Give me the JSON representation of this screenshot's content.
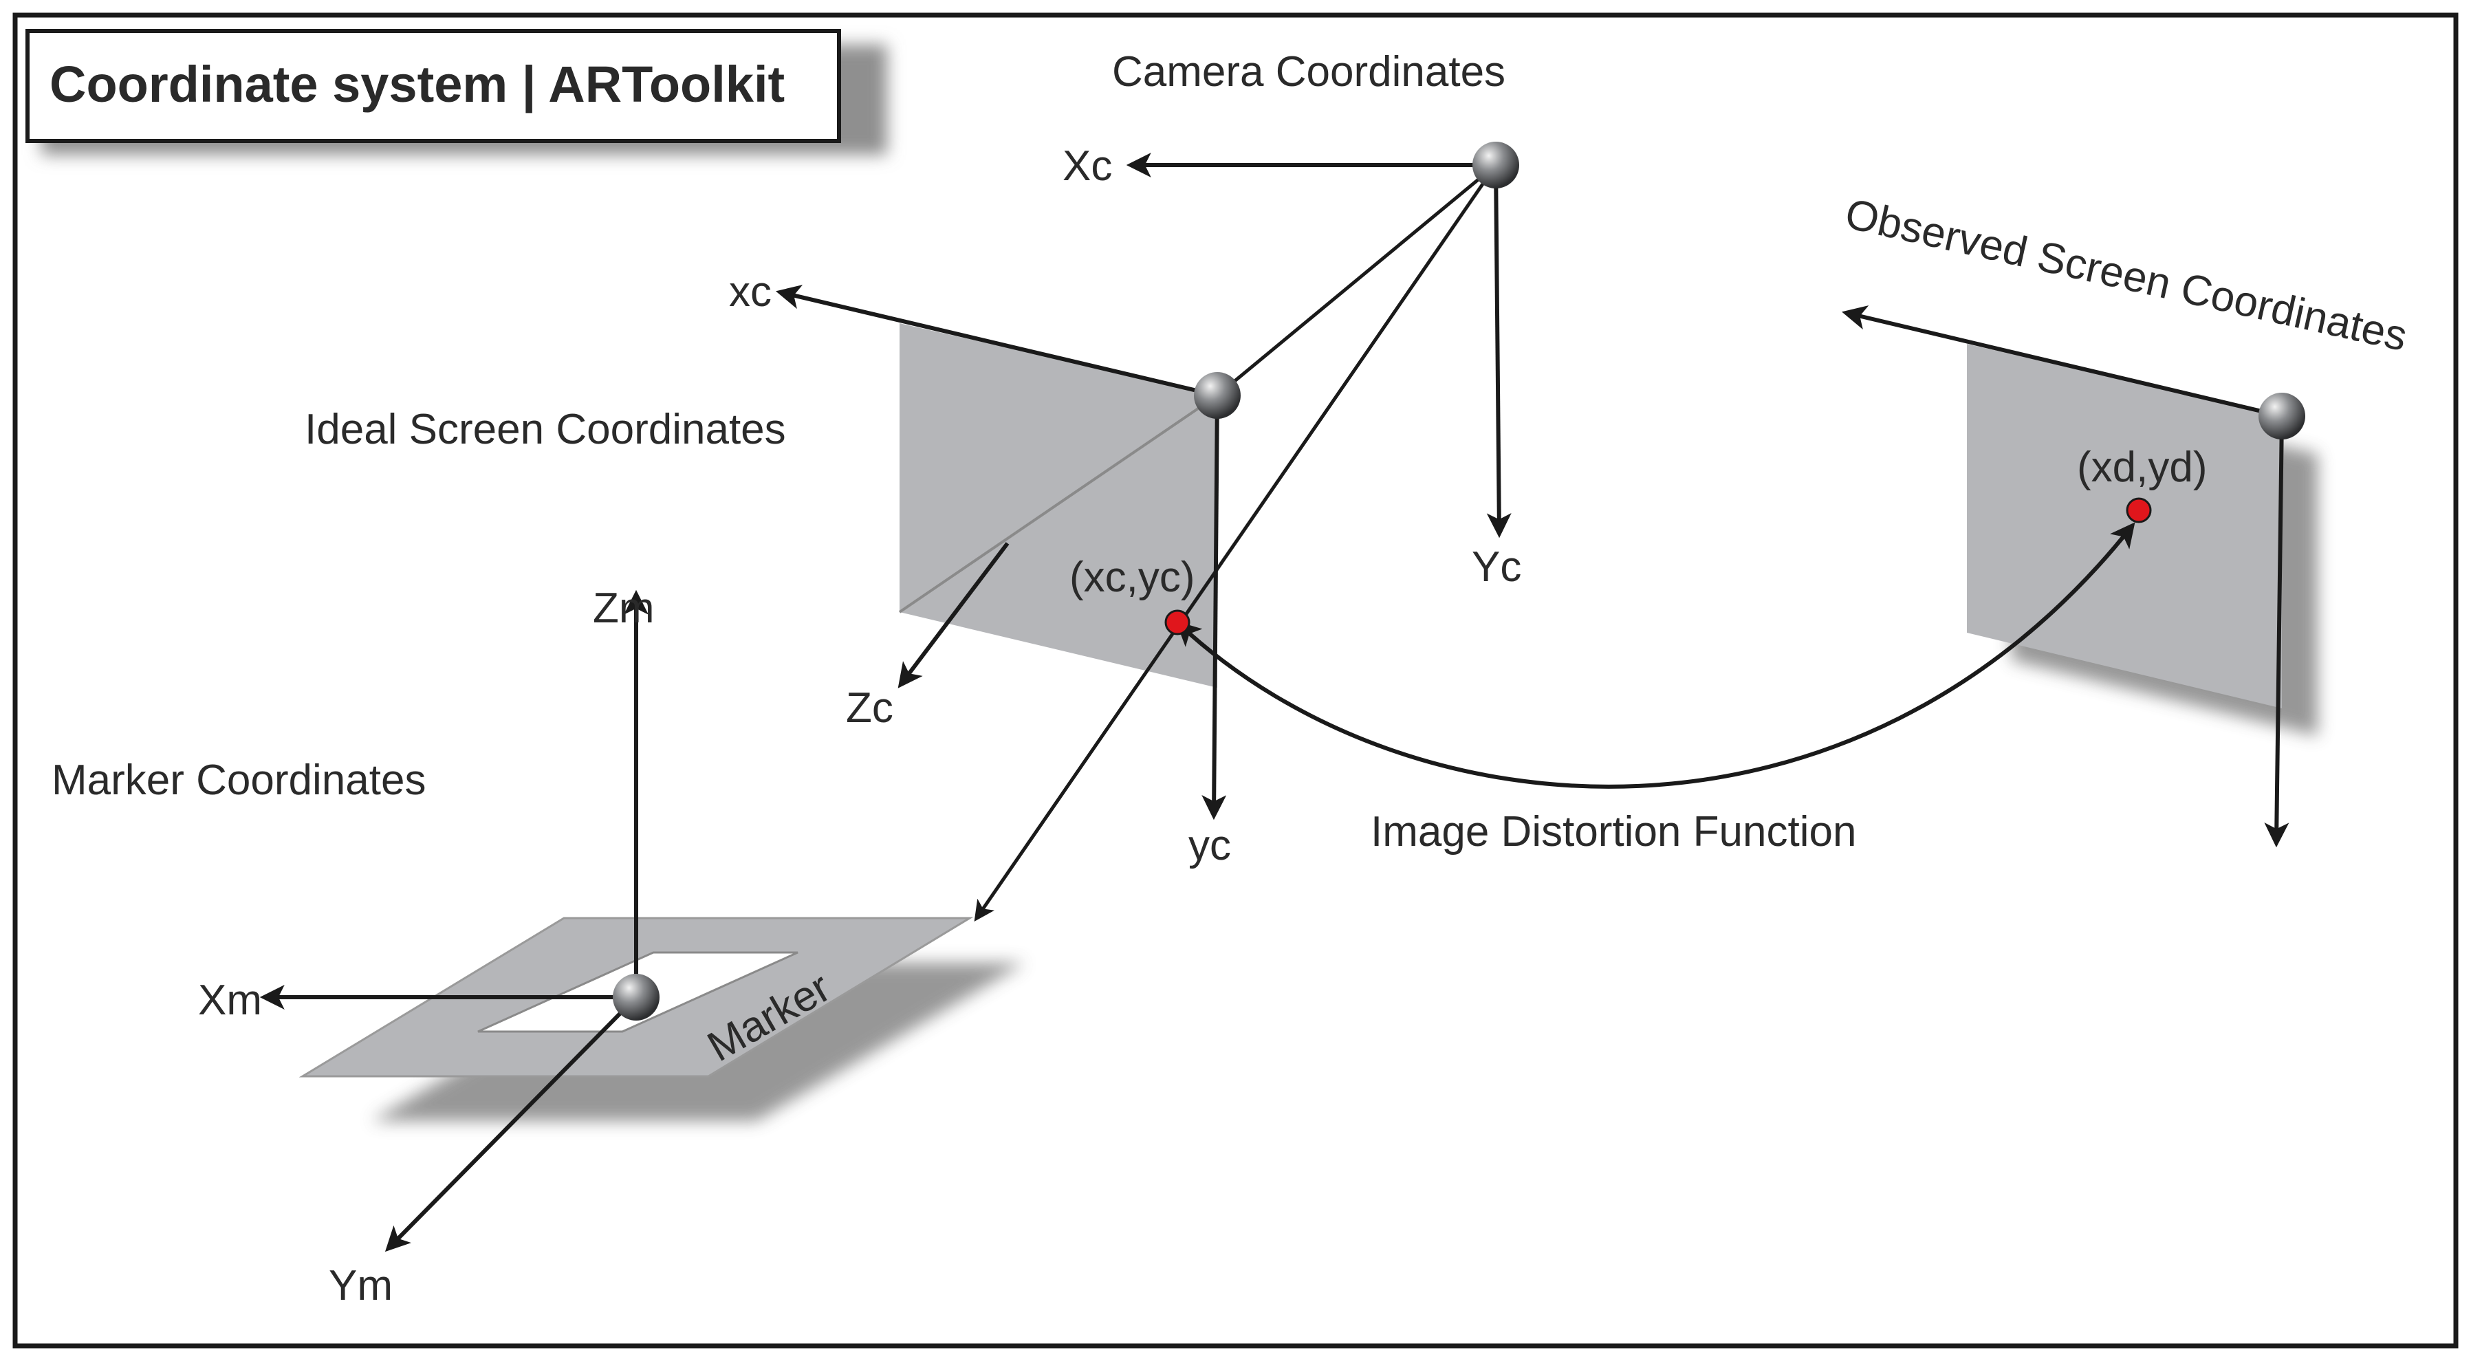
{
  "title": "Coordinate system | ARToolkit",
  "labels": {
    "camera_coordinates": "Camera Coordinates",
    "ideal_screen_coordinates": "Ideal Screen Coordinates",
    "observed_screen_coordinates": "Observed Screen Coordinates",
    "marker_coordinates": "Marker Coordinates",
    "image_distortion_function": "Image Distortion Function",
    "marker": "Marker"
  },
  "axes": {
    "Xc": "Xc",
    "Yc": "Yc",
    "Zc": "Zc",
    "xc": "xc",
    "yc": "yc",
    "Xm": "Xm",
    "Ym": "Ym",
    "Zm": "Zm"
  },
  "points": {
    "ideal": "(xc,yc)",
    "observed": "(xd,yd)"
  },
  "colors": {
    "frame": "#1a1a1a",
    "plane_fill": "#b5b6b9",
    "plane_shadow": "#9a9a9a",
    "point_red": "#e0161c",
    "sphere": "#6d6f72"
  }
}
